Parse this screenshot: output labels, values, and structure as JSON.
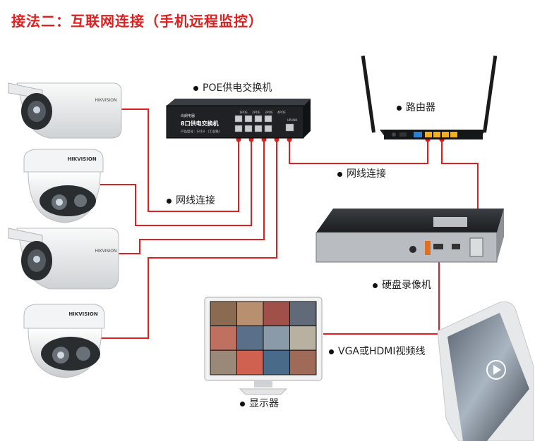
{
  "title": "接法二：互联网连接（手机远程监控）",
  "labels": {
    "poe_switch": "POE供电交换机",
    "router": "路由器",
    "network_left": "网线连接",
    "network_right": "网线连接",
    "nvr": "硬盘录像机",
    "vga": "VGA或HDMI视频线",
    "monitor": "显示器"
  },
  "device_text": {
    "camera_brand_1": "HIKVISION",
    "camera_brand_2": "HIKVISION",
    "camera_brand_3": "HIKVISION",
    "camera_brand_4": "HIKVISION",
    "switch_name": "8口供电交换机",
    "switch_brand": "尚朗电器",
    "switch_model": "产品型号：S418　(工业级)",
    "switch_uplink": "UPLINK",
    "switch_port_1": "1POE",
    "switch_port_2": "2POE",
    "switch_port_3": "3POE",
    "switch_port_4": "4POE"
  },
  "colors": {
    "title": "#e02020",
    "cable": "#e02020",
    "device_dark": "#1f2124"
  }
}
